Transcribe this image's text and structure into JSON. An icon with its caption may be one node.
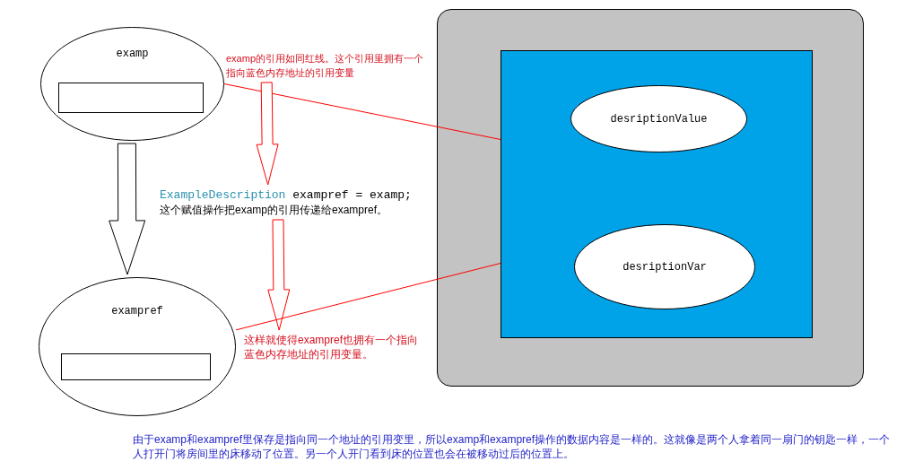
{
  "diagram": {
    "nodes": [
      {
        "text": [
          "examp"
        ]
      },
      {
        "text": [],
        "shape": "box",
        "in": 0
      },
      {
        "text": [
          "examp的引用如同红线。这个引用里拥有一个指向蓝色内存地址的引用变量"
        ]
      },
      {
        "text": [],
        "shape": "box"
      },
      {
        "text": [],
        "shape": "box",
        "in": 3
      },
      {
        "text": [
          "desriptionValue"
        ],
        "in": 4
      },
      {
        "text": [
          "desriptionVar"
        ],
        "in": 4
      },
      {
        "text": [
          "ExampleDescription exampref = examp;",
          "这个赋值操作把examp的引用传递给exampref。"
        ]
      },
      {
        "text": [
          "exampref"
        ]
      },
      {
        "text": [],
        "shape": "box",
        "in": 8
      },
      {
        "text": [
          "这样就使得exampref也拥有一个指向蓝色内存地址的引用变量。"
        ]
      }
    ],
    "edges": [
      {
        "from": 0,
        "to": 8,
        "arrow": "to",
        "style": "thick",
        "color": "#000000"
      },
      {
        "from": 0,
        "to": 4,
        "arrow": "none",
        "color": "#ff0000"
      },
      {
        "from": 2,
        "to": 7,
        "arrow": "to",
        "style": "thick",
        "color": "#ff0000"
      },
      {
        "from": 7,
        "to": 10,
        "arrow": "to",
        "style": "thick",
        "color": "#ff0000"
      },
      {
        "from": 8,
        "to": 4,
        "arrow": "none",
        "color": "#ff0000"
      }
    ],
    "caption": "由于examp和exampref里保存是指向同一个地址的引用变里，所以examp和exampref操作的数据内容是一样的。这就像是两个人拿着同一扇门的钥匙一样，一个人打开门将房间里的床移动了位置。另一个人开门看到床的位置也会在被移动过后的位置上。"
  }
}
